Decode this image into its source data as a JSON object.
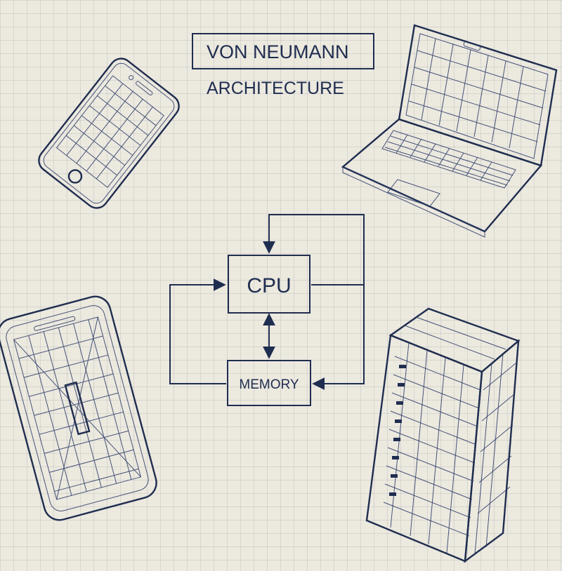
{
  "title": {
    "line1": "VON NEUMANN",
    "line2": "ARCHITECTURE"
  },
  "diagram": {
    "cpu_label": "CPU",
    "memory_label": "MEMORY"
  },
  "illustrations": {
    "top_left": "smartphone",
    "top_right": "laptop",
    "bottom_left": "tablet",
    "bottom_right": "server-rack"
  },
  "colors": {
    "ink": "#1f2d4f",
    "paper": "#ece9df",
    "grid": "#b8bcbf"
  }
}
